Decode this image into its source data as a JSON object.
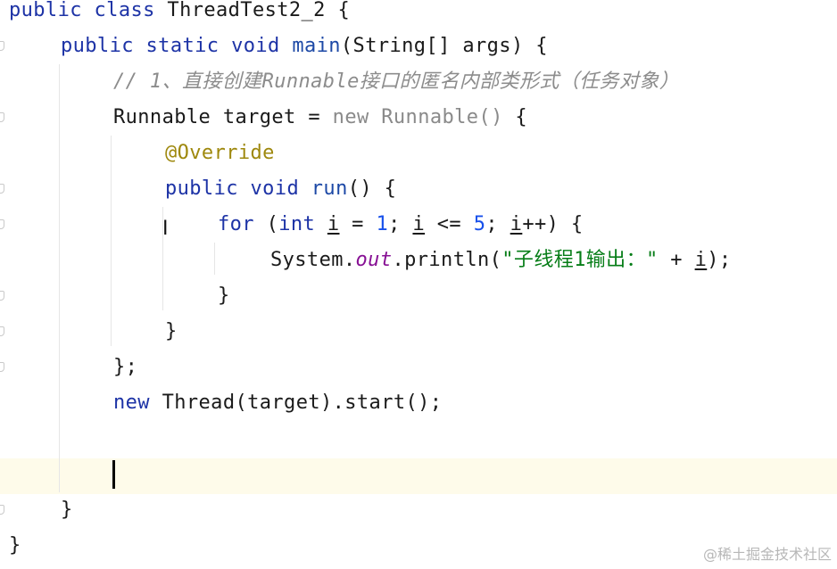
{
  "editor": {
    "lines": {
      "l1": {
        "kw1": "public",
        "kw2": "class",
        "name": "ThreadTest2_2",
        "brace": "{"
      },
      "l2": {
        "kw1": "public",
        "kw2": "static",
        "kw3": "void",
        "method": "main",
        "params": "(String[] args)",
        "brace": "{"
      },
      "l3": {
        "comment": "// 1、直接创建Runnable接口的匿名内部类形式（任务对象）"
      },
      "l4": {
        "type": "Runnable",
        "name": "target",
        "eq": "=",
        "kw": "new",
        "ctor": "Runnable()",
        "brace": "{"
      },
      "l5": {
        "annotation": "@Override"
      },
      "l6": {
        "kw1": "public",
        "kw2": "void",
        "method": "run",
        "rest": "() {"
      },
      "l7": {
        "kw1": "for",
        "p1": "(",
        "kw2": "int",
        "v1": "i",
        "eq": "=",
        "n1": "1",
        "semi1": ";",
        "v2": "i",
        "op": "<=",
        "n2": "5",
        "semi2": ";",
        "v3": "i",
        "inc": "++) {"
      },
      "l8": {
        "cls": "System.",
        "field": "out",
        "call": ".println(",
        "str": "\"子线程1输出：\"",
        "plus": "+",
        "v": "i",
        "end": ");"
      },
      "l9": {
        "brace": "}"
      },
      "l10": {
        "brace": "}"
      },
      "l11": {
        "end": "};"
      },
      "l12": {
        "kw": "new",
        "rest": "Thread(target).start();"
      },
      "l14": {
        "brace": "}"
      },
      "l15": {
        "brace": "}"
      }
    }
  },
  "watermark": {
    "text": "@稀土掘金技术社区"
  },
  "icons": {
    "gutter": "fold-marker-icon",
    "cursor": "text-cursor-icon"
  }
}
